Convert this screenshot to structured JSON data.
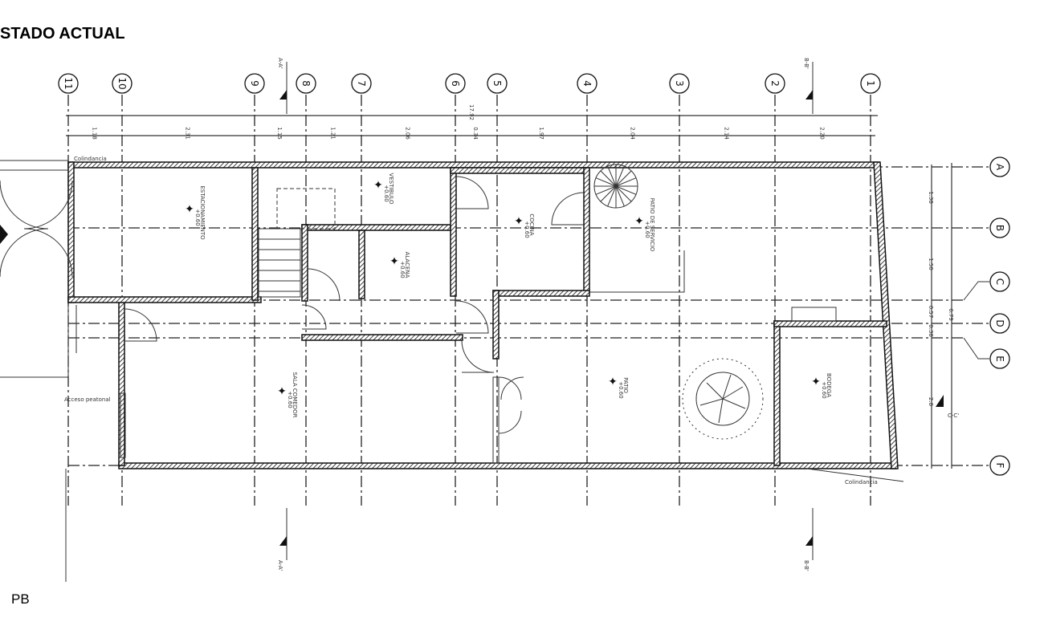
{
  "title": "STADO ACTUAL",
  "level": "PB",
  "column_axes": [
    "11",
    "10",
    "9",
    "8",
    "7",
    "6",
    "5",
    "4",
    "3",
    "2",
    "1"
  ],
  "row_axes": [
    "A",
    "B",
    "C",
    "D",
    "E",
    "F"
  ],
  "total_width": "17.92",
  "column_dims": [
    "1.18",
    "2.31",
    "1.15",
    "1.21",
    "2.06",
    "0.34",
    "1.97",
    "2.04",
    "2.14",
    "2.20"
  ],
  "row_dims": [
    "1.38",
    "1.50",
    "0.57",
    "0.38",
    "2.8"
  ],
  "total_depth": "6.79",
  "sections": {
    "a": "A-A'",
    "b": "B-B'",
    "c": "C-C'"
  },
  "rooms": [
    {
      "name": "ESTACIONAMIENTO",
      "level": "+0.60"
    },
    {
      "name": "VESTIBULO",
      "level": "+0.60"
    },
    {
      "name": "ALACENA",
      "level": "+0.60"
    },
    {
      "name": "COCINA",
      "level": "+0.60"
    },
    {
      "name": "PATIO DE SERVICIO",
      "level": "+0.60"
    },
    {
      "name": "SALA COMEDOR",
      "level": "+0.60"
    },
    {
      "name": "PATIO",
      "level": "+0.60"
    },
    {
      "name": "BODEGA",
      "level": "+0.60"
    }
  ],
  "notes": {
    "access": "Acceso peatonal",
    "colindancia": "Colindancia"
  }
}
